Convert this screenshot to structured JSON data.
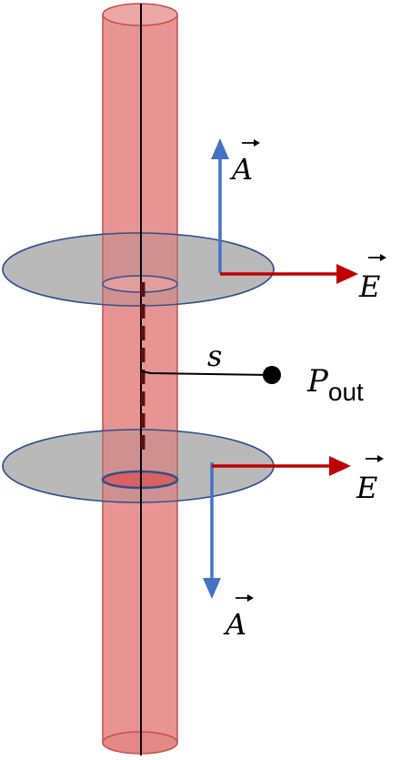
{
  "labels": {
    "vector_potential": "A",
    "electric_field": "E",
    "distance": "s",
    "point_base": "P",
    "point_subscript": "out"
  },
  "colors": {
    "cylinder_fill": "#e48886",
    "cylinder_top": "#eda7a4",
    "cylinder_edge": "#c0504d",
    "disc_fill": "#c3c3c3",
    "disc_edge": "#2f4f8f",
    "potential_arrow": "#4472c4",
    "field_arrow": "#c00000",
    "current_dash": "#5a1010",
    "axis_line": "#000000"
  },
  "icons": {
    "upper_potential": "arrow-up-icon",
    "lower_potential": "arrow-down-icon",
    "upper_field": "arrow-right-icon",
    "lower_field": "arrow-right-icon",
    "point": "dot-icon"
  }
}
